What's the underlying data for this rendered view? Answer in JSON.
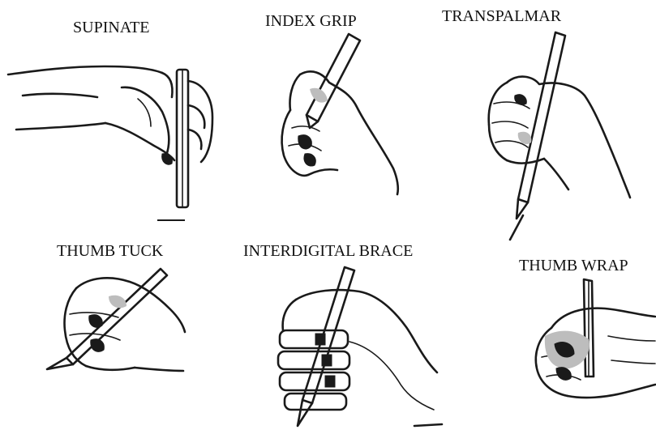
{
  "grips": [
    {
      "label": "SUPINATE"
    },
    {
      "label": "INDEX GRIP"
    },
    {
      "label": "TRANSPALMAR"
    },
    {
      "label": "THUMB TUCK"
    },
    {
      "label": "INTERDIGITAL BRACE"
    },
    {
      "label": "THUMB WRAP"
    }
  ]
}
